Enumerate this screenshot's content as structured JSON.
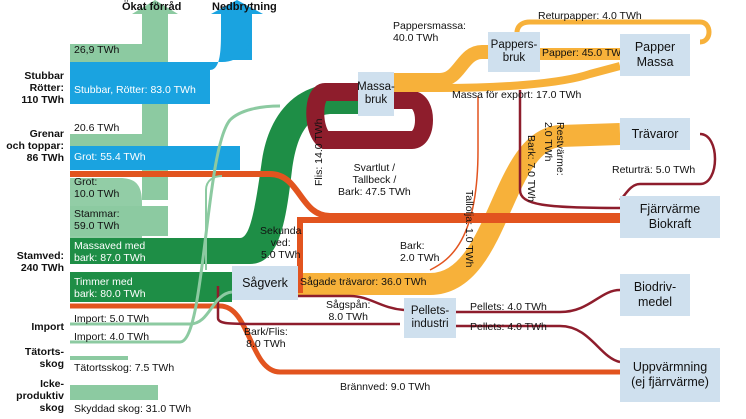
{
  "headers": {
    "accumulated": "Ökat förråd",
    "deforestation": "Nedbrytning"
  },
  "sources": {
    "stumps": "Stubbar\nRötter:\n110 TWh",
    "branches": "Grenar\noch toppar:\n86 TWh",
    "stemwood": "Stamved:\n240 TWh",
    "import": "Import",
    "urban": "Tätorts-\nskog",
    "nonprod": "Icke-\nproduktiv\nskog"
  },
  "flows": {
    "stumps_growth": "26,9 TWh",
    "stumps_main": "Stubbar, Rötter: 83.0 TWh",
    "branches_growth": "20.6 TWh",
    "grot": "Grot: 55.4 TWh",
    "grot_left": "Grot:\n10.0 TWh",
    "stammar": "Stammar:\n59.0 TWh",
    "massaved": "Massaved med\nbark: 87.0 TWh",
    "timmer": "Timmer med\nbark: 80.0 TWh",
    "import_1": "Import: 5.0 TWh",
    "import_2": "Import: 4.0 TWh",
    "urban": "Tätortsskog: 7.5 TWh",
    "protected": "Skyddad skog: 31.0 TWh",
    "pulp_paper": "Pappersmassa:\n40.0 TWh",
    "return_paper": "Returpapper: 4.0 TWh",
    "paper": "Papper: 45.0 TWh",
    "pulp_export": "Massa för export: 17.0 TWh",
    "black_liquor": "Svartlut /\nTallbeck /\nBark: 47.5 TWh",
    "tall_oil": "Tallolja: 1.0 TWh",
    "bark_mill": "Bark: 7.0 TWh",
    "waste_heat": "Restvärme:\n2.0 TWh",
    "return_wood": "Returträ: 5.0 TWh",
    "chips": "Flis: 14.0 TWh",
    "secondary": "Sekunda\nved:\n5.0 TWh",
    "bark_sawmill": "Bark:\n2.0 TWh",
    "sawn": "Sågade trävaror: 36.0 TWh",
    "sawdust": "Sågspån:\n8.0 TWh",
    "bark_chips": "Bark/Flis:\n8.0 TWh",
    "pellets_1": "Pellets: 4.0 TWh",
    "pellets_2": "Pellets: 4.0 TWh",
    "firewood": "Brännved: 9.0 TWh"
  },
  "nodes": {
    "pulp_mill": "Massa-\nbruk",
    "paper_mill": "Pappers-\nbruk",
    "paper_pulp": "Papper\nMassa",
    "wood_products": "Trävaror",
    "district_heating": "Fjärrvärme\nBiokraft",
    "sawmill": "Sågverk",
    "pellet_industry": "Pellets-\nindustri",
    "biofuel": "Biodriv-\nmedel",
    "heating": "Uppvärmning\n(ej fjärrvärme)"
  },
  "colors": {
    "stumps": "#1aa3e0",
    "growth": "#8ccaa1",
    "stem": "#1e8e46",
    "orange_flow": "#f7b13a",
    "dark_red": "#8e1d2c",
    "red_orange": "#e2541f",
    "node": "#cfe0ee"
  }
}
